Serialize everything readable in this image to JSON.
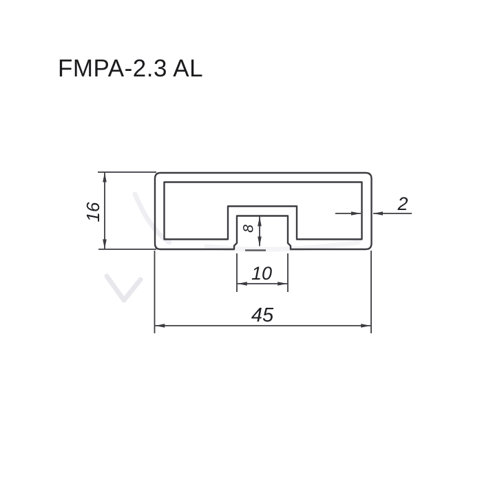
{
  "title": "FMPA-2.3 AL",
  "drawing": {
    "kind": "aluminum-profile-cross-section",
    "dimensions": {
      "overall_width": "45",
      "overall_height": "16",
      "wall_thickness": "2",
      "slot_width": "10",
      "slot_depth": "8"
    },
    "colors": {
      "line": "#3b3b40",
      "text": "#1f1f23",
      "background": "#ffffff",
      "watermark": "#e7e7ec"
    }
  }
}
